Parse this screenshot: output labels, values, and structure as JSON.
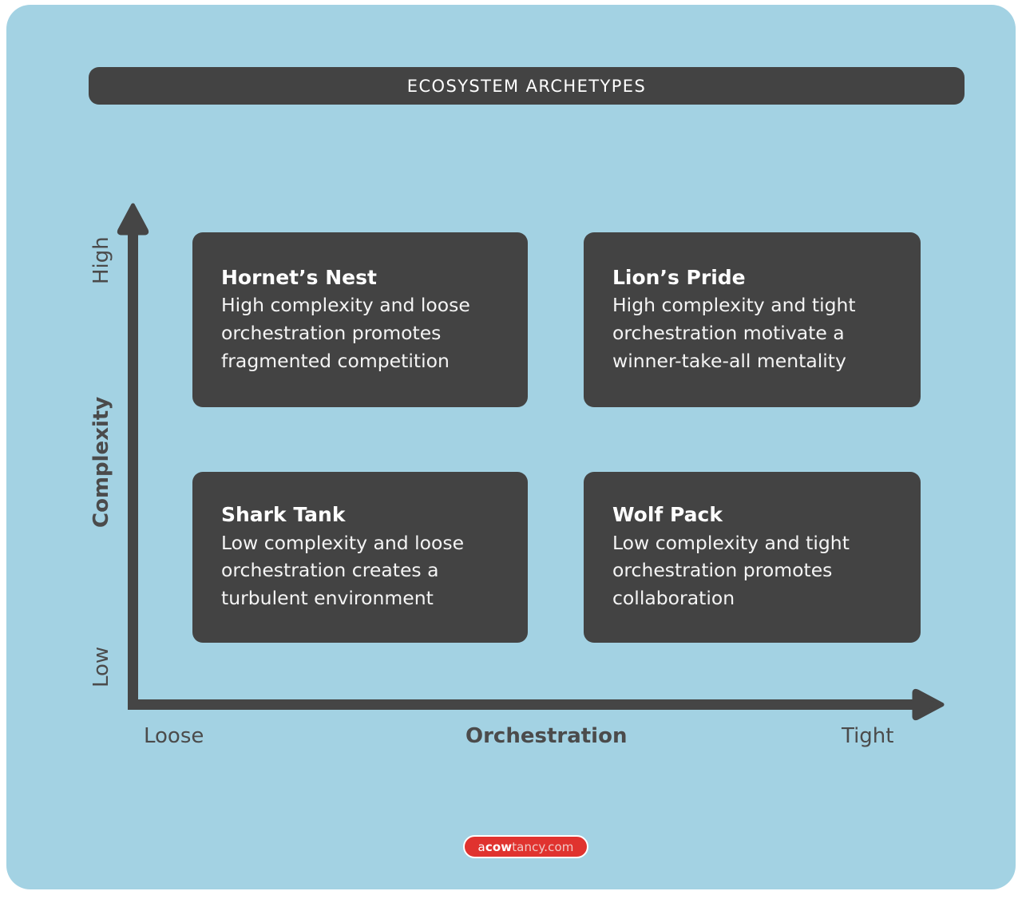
{
  "panel": {
    "background_color": "#a3d2e3",
    "card_color": "#434343",
    "text_color": "#ffffff",
    "axis_color": "#4b4b4b"
  },
  "header": {
    "title": "ECOSYSTEM ARCHETYPES"
  },
  "matrix": {
    "quadrants": [
      {
        "id": "hornets-nest",
        "title": "Hornet’s Nest",
        "body": "High complexity and loose orchestration promotes fragmented competition",
        "position": "top-left"
      },
      {
        "id": "lions-pride",
        "title": "Lion’s Pride",
        "body": "High complexity and tight orchestration motivate a winner-take-all mentality",
        "position": "top-right"
      },
      {
        "id": "shark-tank",
        "title": "Shark Tank",
        "body": "Low complexity and loose orchestration creates a turbulent environment",
        "position": "bottom-left"
      },
      {
        "id": "wolf-pack",
        "title": "Wolf Pack",
        "body": "Low complexity and tight orchestration promotes collaboration",
        "position": "bottom-right"
      }
    ]
  },
  "axes": {
    "y": {
      "name": "Complexity",
      "high_label": "High",
      "low_label": "Low"
    },
    "x": {
      "name": "Orchestration",
      "low_label": "Loose",
      "high_label": "Tight"
    }
  },
  "footer": {
    "logo": {
      "prefix": "a",
      "highlight": "cow",
      "suffix": "tancy.com",
      "background_color": "#e0332f"
    }
  }
}
